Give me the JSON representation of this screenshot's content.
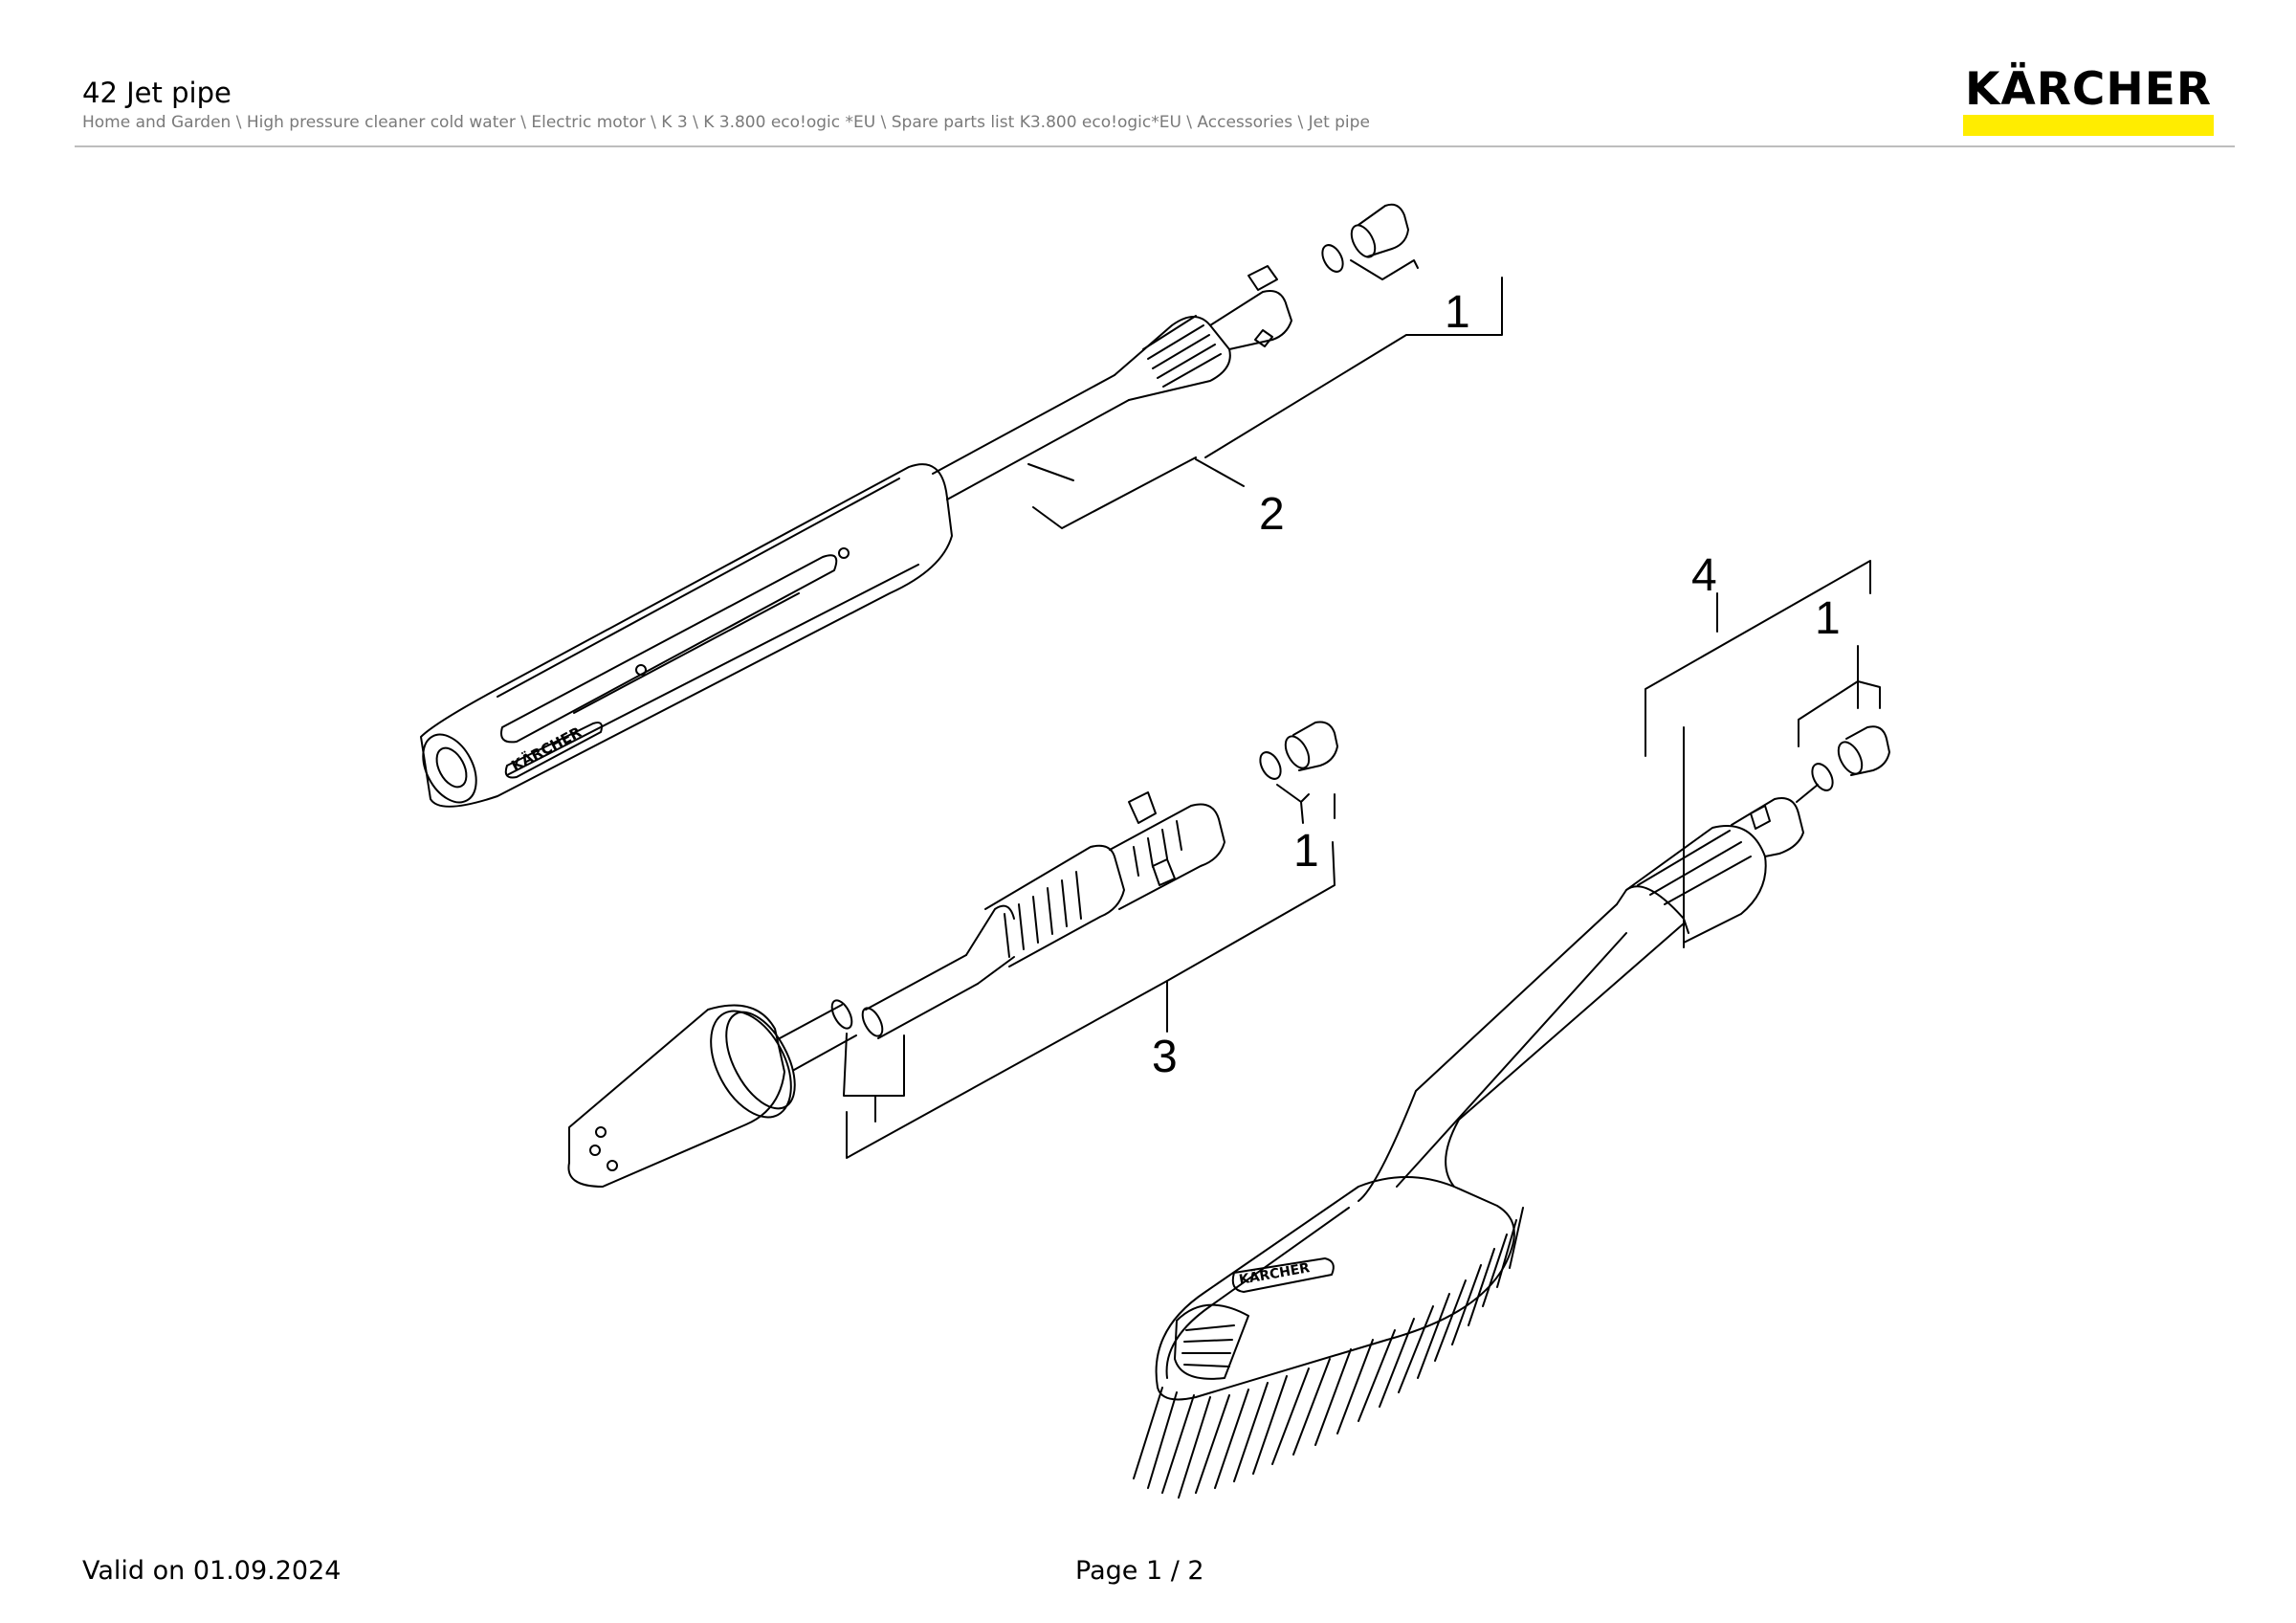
{
  "header": {
    "title": "42 Jet pipe",
    "breadcrumb": "Home and Garden \\ High pressure cleaner cold water \\ Electric motor \\ K 3 \\ K 3.800 eco!ogic *EU \\ Spare parts list K3.800 eco!ogic*EU \\ Accessories \\ Jet pipe"
  },
  "logo": {
    "text": "KÄRCHER",
    "accent_color": "#ffed00"
  },
  "drawing": {
    "callouts": [
      "1",
      "2",
      "1",
      "3",
      "4",
      "1"
    ],
    "part_markings": [
      "KÄRCHER",
      "KÄRCHER"
    ]
  },
  "footer": {
    "valid": "Valid on 01.09.2024",
    "page": "Page 1 / 2"
  }
}
